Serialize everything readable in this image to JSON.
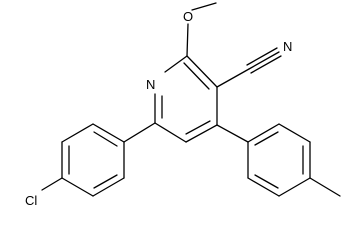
{
  "molecule": {
    "atoms": {
      "methoxy_oxygen": "O",
      "ring_nitrogen": "N",
      "nitrile_nitrogen": "N",
      "chlorine": "Cl"
    }
  }
}
